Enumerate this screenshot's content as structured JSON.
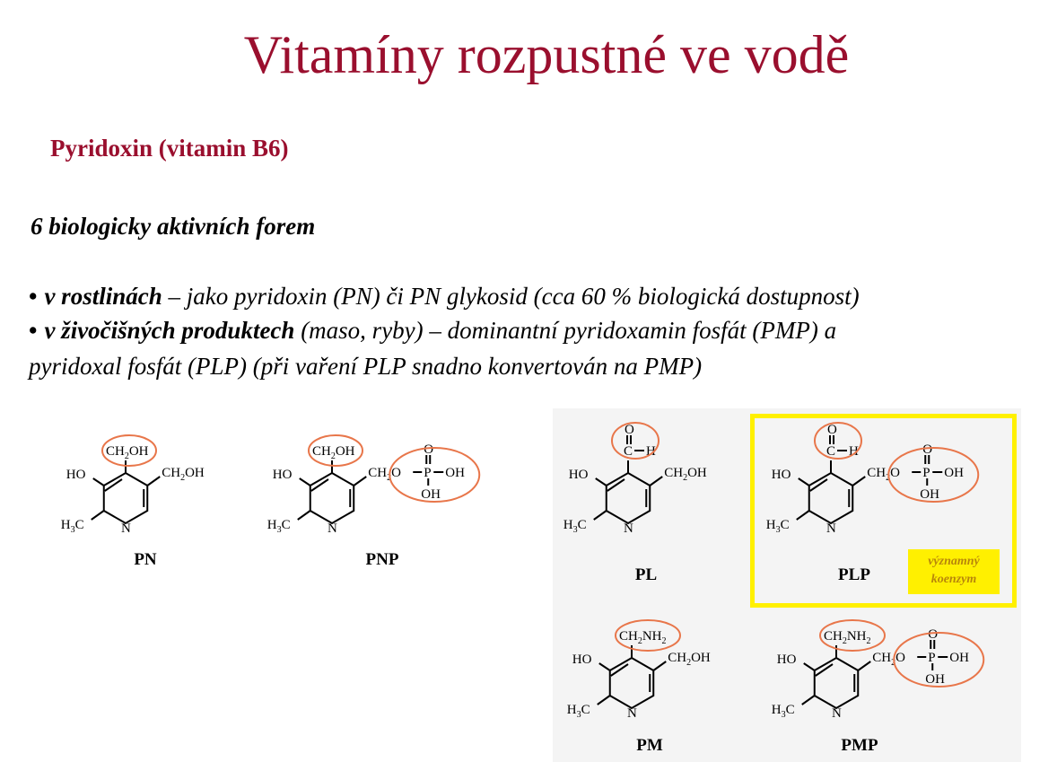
{
  "slide": {
    "title": "Vitamíny rozpustné ve vodě",
    "subtitle": "Pyridoxin (vitamin B6)",
    "forms_heading": "6 biologicky aktivních forem",
    "bullet1": {
      "bold": "v rostlinách",
      "rest": " – jako pyridoxin (PN) či PN glykosid (cca 60 % biologická dostupnost)"
    },
    "bullet2": {
      "bold": "v živočišných produktech",
      "rest": " (maso, ryby) – dominantní pyridoxamin fosfát (PMP) a"
    },
    "line3": "pyridoxal fosfát (PLP) (při vaření PLP snadno konvertován na PMP)"
  },
  "molecules": [
    {
      "name": "PN",
      "top": "CH2OH",
      "side": "CH2OH"
    },
    {
      "name": "PNP",
      "top": "CH2OH",
      "side": "CH2O–P(O)(OH)–OH"
    },
    {
      "name": "PL",
      "top": "CHO",
      "side": "CH2OH"
    },
    {
      "name": "PLP",
      "top": "CHO",
      "side": "CH2O–P(O)(OH)–OH"
    },
    {
      "name": "PM",
      "top": "CH2NH2",
      "side": "CH2OH"
    },
    {
      "name": "PMP",
      "top": "CH2NH2",
      "side": "CH2O–P(O)(OH)–OH"
    }
  ],
  "labels": {
    "ho": "HO",
    "oh": "OH",
    "n": "N",
    "o": "O",
    "p": "P",
    "h": "H",
    "c": "C",
    "h3c_main": "H",
    "h3c_sub": "3",
    "h3c_tail": "C",
    "ch2oh_a": "CH",
    "ch2oh_sub": "2",
    "ch2oh_b": "OH",
    "ch2o_b": "O",
    "ch2nh2_a": "CH",
    "ch2nh2_sub": "2",
    "ch2nh2_b": "NH",
    "ch2nh2_sub2": "2"
  },
  "badge": {
    "line1": "významný",
    "line2": "koenzym"
  },
  "colors": {
    "title": "#9a0f2e",
    "circle": "#e8764a",
    "highlight": "#fff000"
  }
}
